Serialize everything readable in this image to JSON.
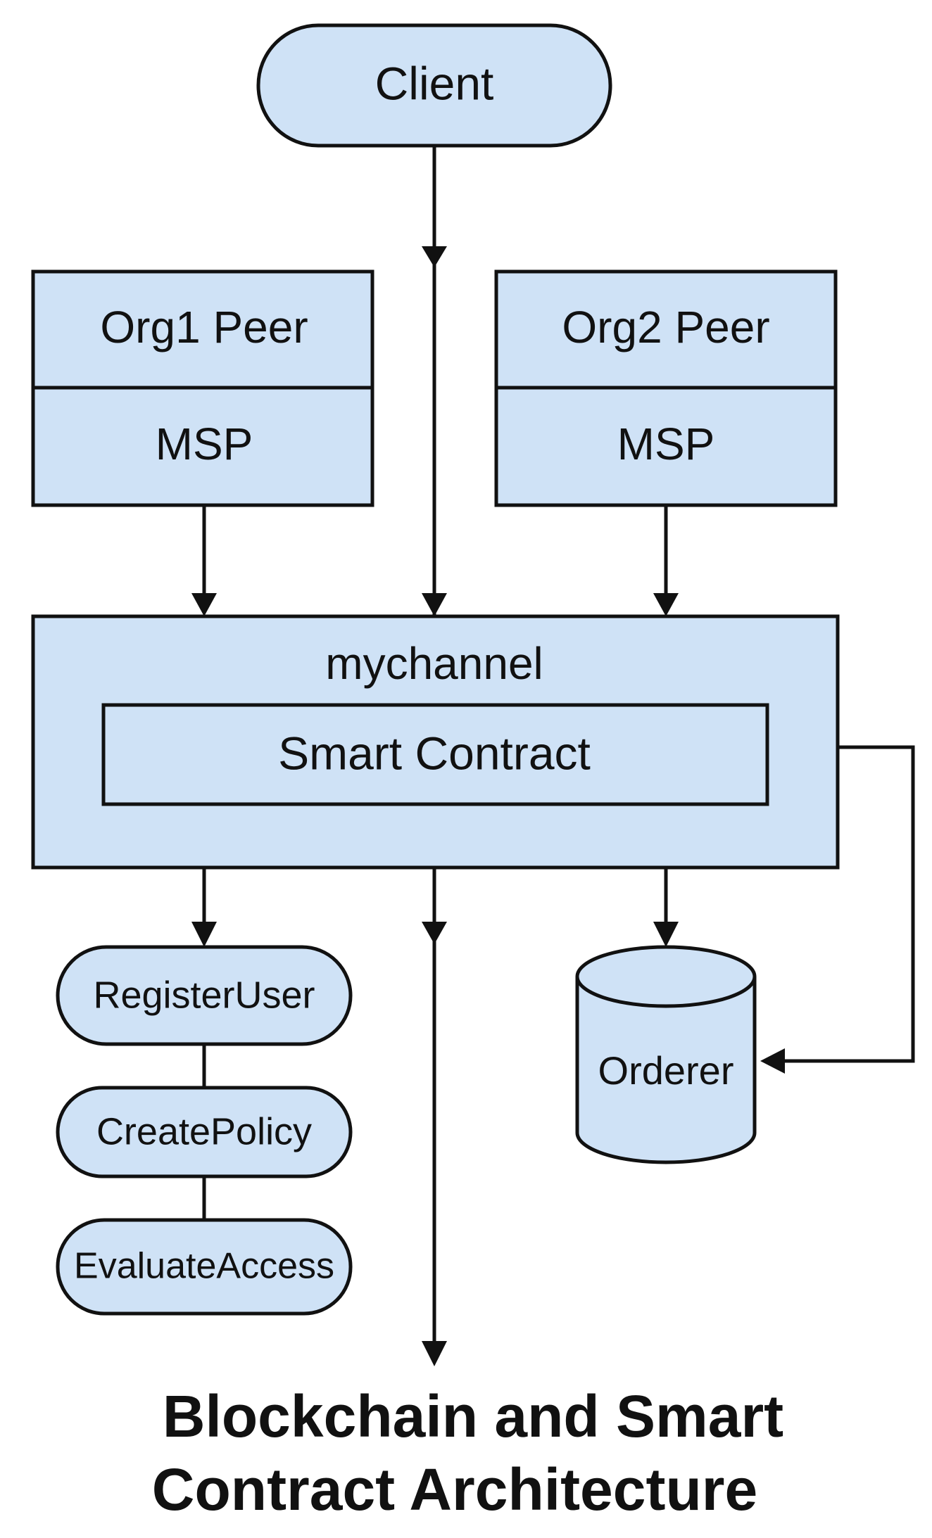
{
  "diagram": {
    "title_line1": "Blockchain and Smart",
    "title_line2": "Contract Architecture",
    "colors": {
      "node_fill": "#cfe2f6",
      "stroke": "#111111",
      "background": "#ffffff"
    },
    "nodes": {
      "client": "Client",
      "org1_peer": "Org1 Peer",
      "org1_msp": "MSP",
      "org2_peer": "Org2 Peer",
      "org2_msp": "MSP",
      "channel": "mychannel",
      "smart_contract": "Smart Contract",
      "register_user": "RegisterUser",
      "create_policy": "CreatePolicy",
      "evaluate_access": "EvaluateAccess",
      "orderer": "Orderer"
    }
  }
}
